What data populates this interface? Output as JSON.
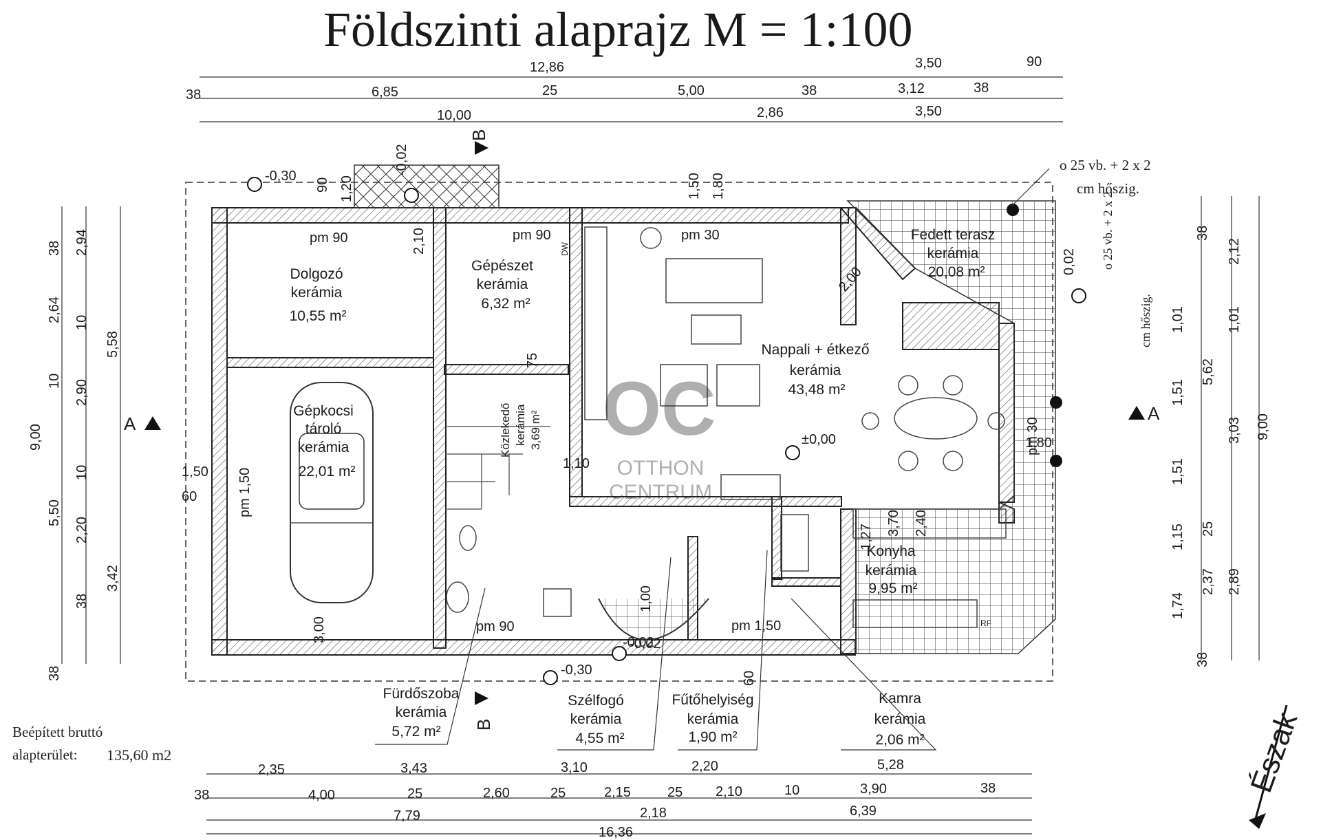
{
  "title": "Földszinti alaprajz M = 1:100",
  "built_area": {
    "label_line1": "Beépített bruttó",
    "label_line2": "alapterület:",
    "value": "135,60 m2"
  },
  "north_label": "Észak",
  "watermark": {
    "logo": "OC",
    "line1": "OTTHON",
    "line2": "CENTRUM"
  },
  "section_labels": {
    "a": "A",
    "b": "B"
  },
  "rooms": {
    "dolgozo": {
      "name": "Dolgozó",
      "floor": "kerámia",
      "area": "10,55 m²"
    },
    "gepkocsi": {
      "name1": "Gépkocsi",
      "name2": "tároló",
      "floor": "kerámia",
      "area": "22,01 m²"
    },
    "gepeszet": {
      "name": "Gépészet",
      "floor": "kerámia",
      "area": "6,32 m²"
    },
    "kozlekedo": {
      "name": "Közlekedő",
      "floor": "kerámia",
      "area": "3,69 m²"
    },
    "nappali": {
      "name": "Nappali + étkező",
      "floor": "kerámia",
      "area": "43,48 m²"
    },
    "terasz": {
      "name": "Fedett terasz",
      "floor": "kerámia",
      "area": "20,08 m²"
    },
    "konyha": {
      "name": "Konyha",
      "floor": "kerámia",
      "area": "9,95 m²"
    },
    "furdo": {
      "name": "Fürdőszoba",
      "floor": "kerámia",
      "area": "5,72 m²"
    },
    "szelfogo": {
      "name": "Szélfogó",
      "floor": "kerámia",
      "area": "4,55 m²"
    },
    "futo": {
      "name": "Fűtőhelyiség",
      "floor": "kerámia",
      "area": "1,90 m²"
    },
    "kamra": {
      "name": "Kamra",
      "floor": "kerámia",
      "area": "2,06 m²"
    }
  },
  "notes": {
    "top_right_1": "o 25 vb. + 2 x 2",
    "top_right_2": "cm hőszig.",
    "right_1": "o 25 vb. + 2 x 2",
    "right_2": "cm hőszig."
  },
  "levels": {
    "ground": "±0,00",
    "minus030": "-0,30",
    "minus002": "-0,02"
  },
  "dims_top": {
    "row1": [
      "12,86",
      "3,50",
      "90"
    ],
    "row2": [
      "38",
      "6,85",
      "25",
      "5,00",
      "38",
      "3,12",
      "38"
    ],
    "row3": [
      "10,00",
      "2,86",
      "3,50"
    ]
  },
  "dims_bottom": {
    "row1": [
      "2,35",
      "3,43",
      "3,10",
      "2,20",
      "5,28"
    ],
    "row2": [
      "38",
      "4,00",
      "25",
      "2,60",
      "25",
      "2,15",
      "25",
      "2,10",
      "10",
      "3,90",
      "38"
    ],
    "row3": [
      "7,79",
      "2,18",
      "6,39"
    ],
    "row4": [
      "16,36"
    ]
  },
  "dims_left": [
    "38",
    "2,64",
    "10",
    "5,50",
    "9,00",
    "38",
    "2,94",
    "10",
    "2,90",
    "10",
    "2,20",
    "38",
    "5,58",
    "3,42",
    "1,50",
    "60"
  ],
  "dims_right": [
    "38",
    "1,01",
    "1,51",
    "1,51",
    "1,15",
    "1,74",
    "38",
    "1,01",
    "5,62",
    "25",
    "2,37",
    "2,12",
    "3,03",
    "2,89",
    "9,00"
  ],
  "openings": [
    "pm 90",
    "pm 90",
    "pm 30",
    "pm 90",
    "pm 1,50",
    "pm 30",
    "pm 1,50",
    "90",
    "1,20",
    "2,10",
    "1,50",
    "1,80",
    "75",
    "1,10",
    "1,00",
    "2,00",
    "1,80",
    "3,70",
    "2,40",
    "1,27",
    "3,00",
    "60",
    "-0,02",
    "0,02",
    "DW",
    "RF"
  ]
}
